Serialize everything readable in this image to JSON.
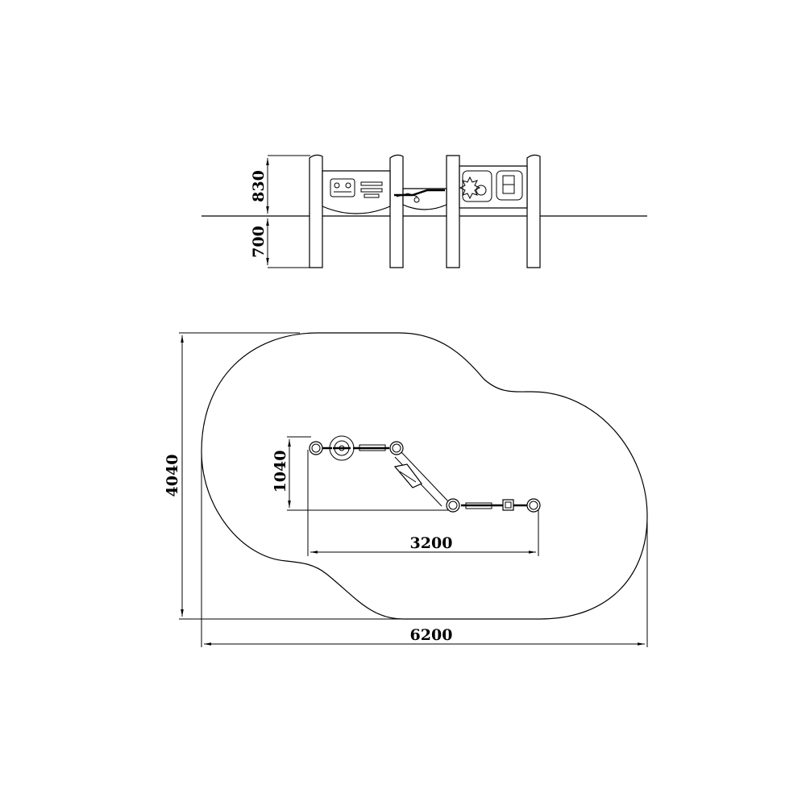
{
  "diagram": {
    "elevation": {
      "height_above_ground": "830",
      "depth_below_ground": "700"
    },
    "plan": {
      "footprint_height": "4040",
      "footprint_width": "6200",
      "equipment_length": "3200",
      "equipment_depth": "1040"
    }
  }
}
